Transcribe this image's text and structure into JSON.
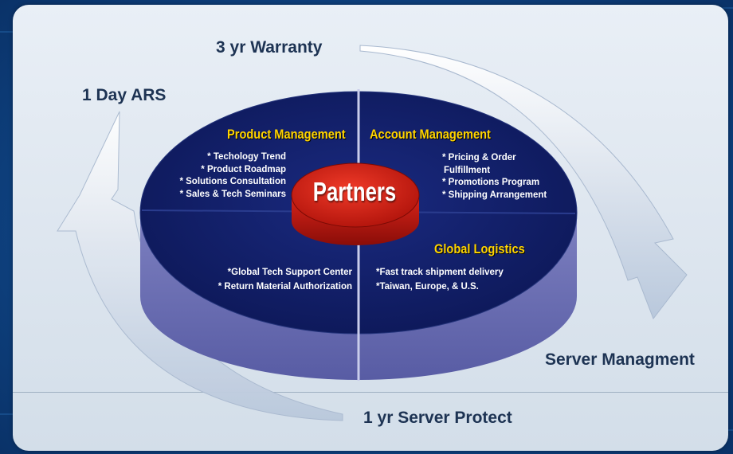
{
  "labels": {
    "warranty": "3 yr Warranty",
    "ars": "1 Day ARS",
    "server_management": "Server Managment",
    "server_protect": "1 yr Server Protect"
  },
  "center": {
    "label": "Partners"
  },
  "sections": {
    "product_management": {
      "title": "Product Management",
      "items": [
        "* Techology Trend",
        "* Product Roadmap",
        "* Solutions Consultation",
        "* Sales & Tech Seminars"
      ]
    },
    "account_management": {
      "title": "Account Management",
      "items": [
        "* Pricing & Order",
        "Fulfillment",
        "* Promotions Program",
        "* Shipping Arrangement"
      ]
    },
    "tech_support": {
      "items": [
        "*Global Tech Support Center",
        "* Return Material Authorization"
      ]
    },
    "global_logistics": {
      "title": "Global Logistics",
      "items": [
        "*Fast track shipment delivery",
        "*Taiwan, Europe, & U.S."
      ]
    }
  },
  "colors": {
    "background": "#0f4585",
    "panel": "#e4ebf3",
    "disc_top": "#12206b",
    "disc_side": "#6e72b6",
    "center": "#c4160e",
    "section_title": "#ffd400",
    "label": "#1d3353"
  }
}
